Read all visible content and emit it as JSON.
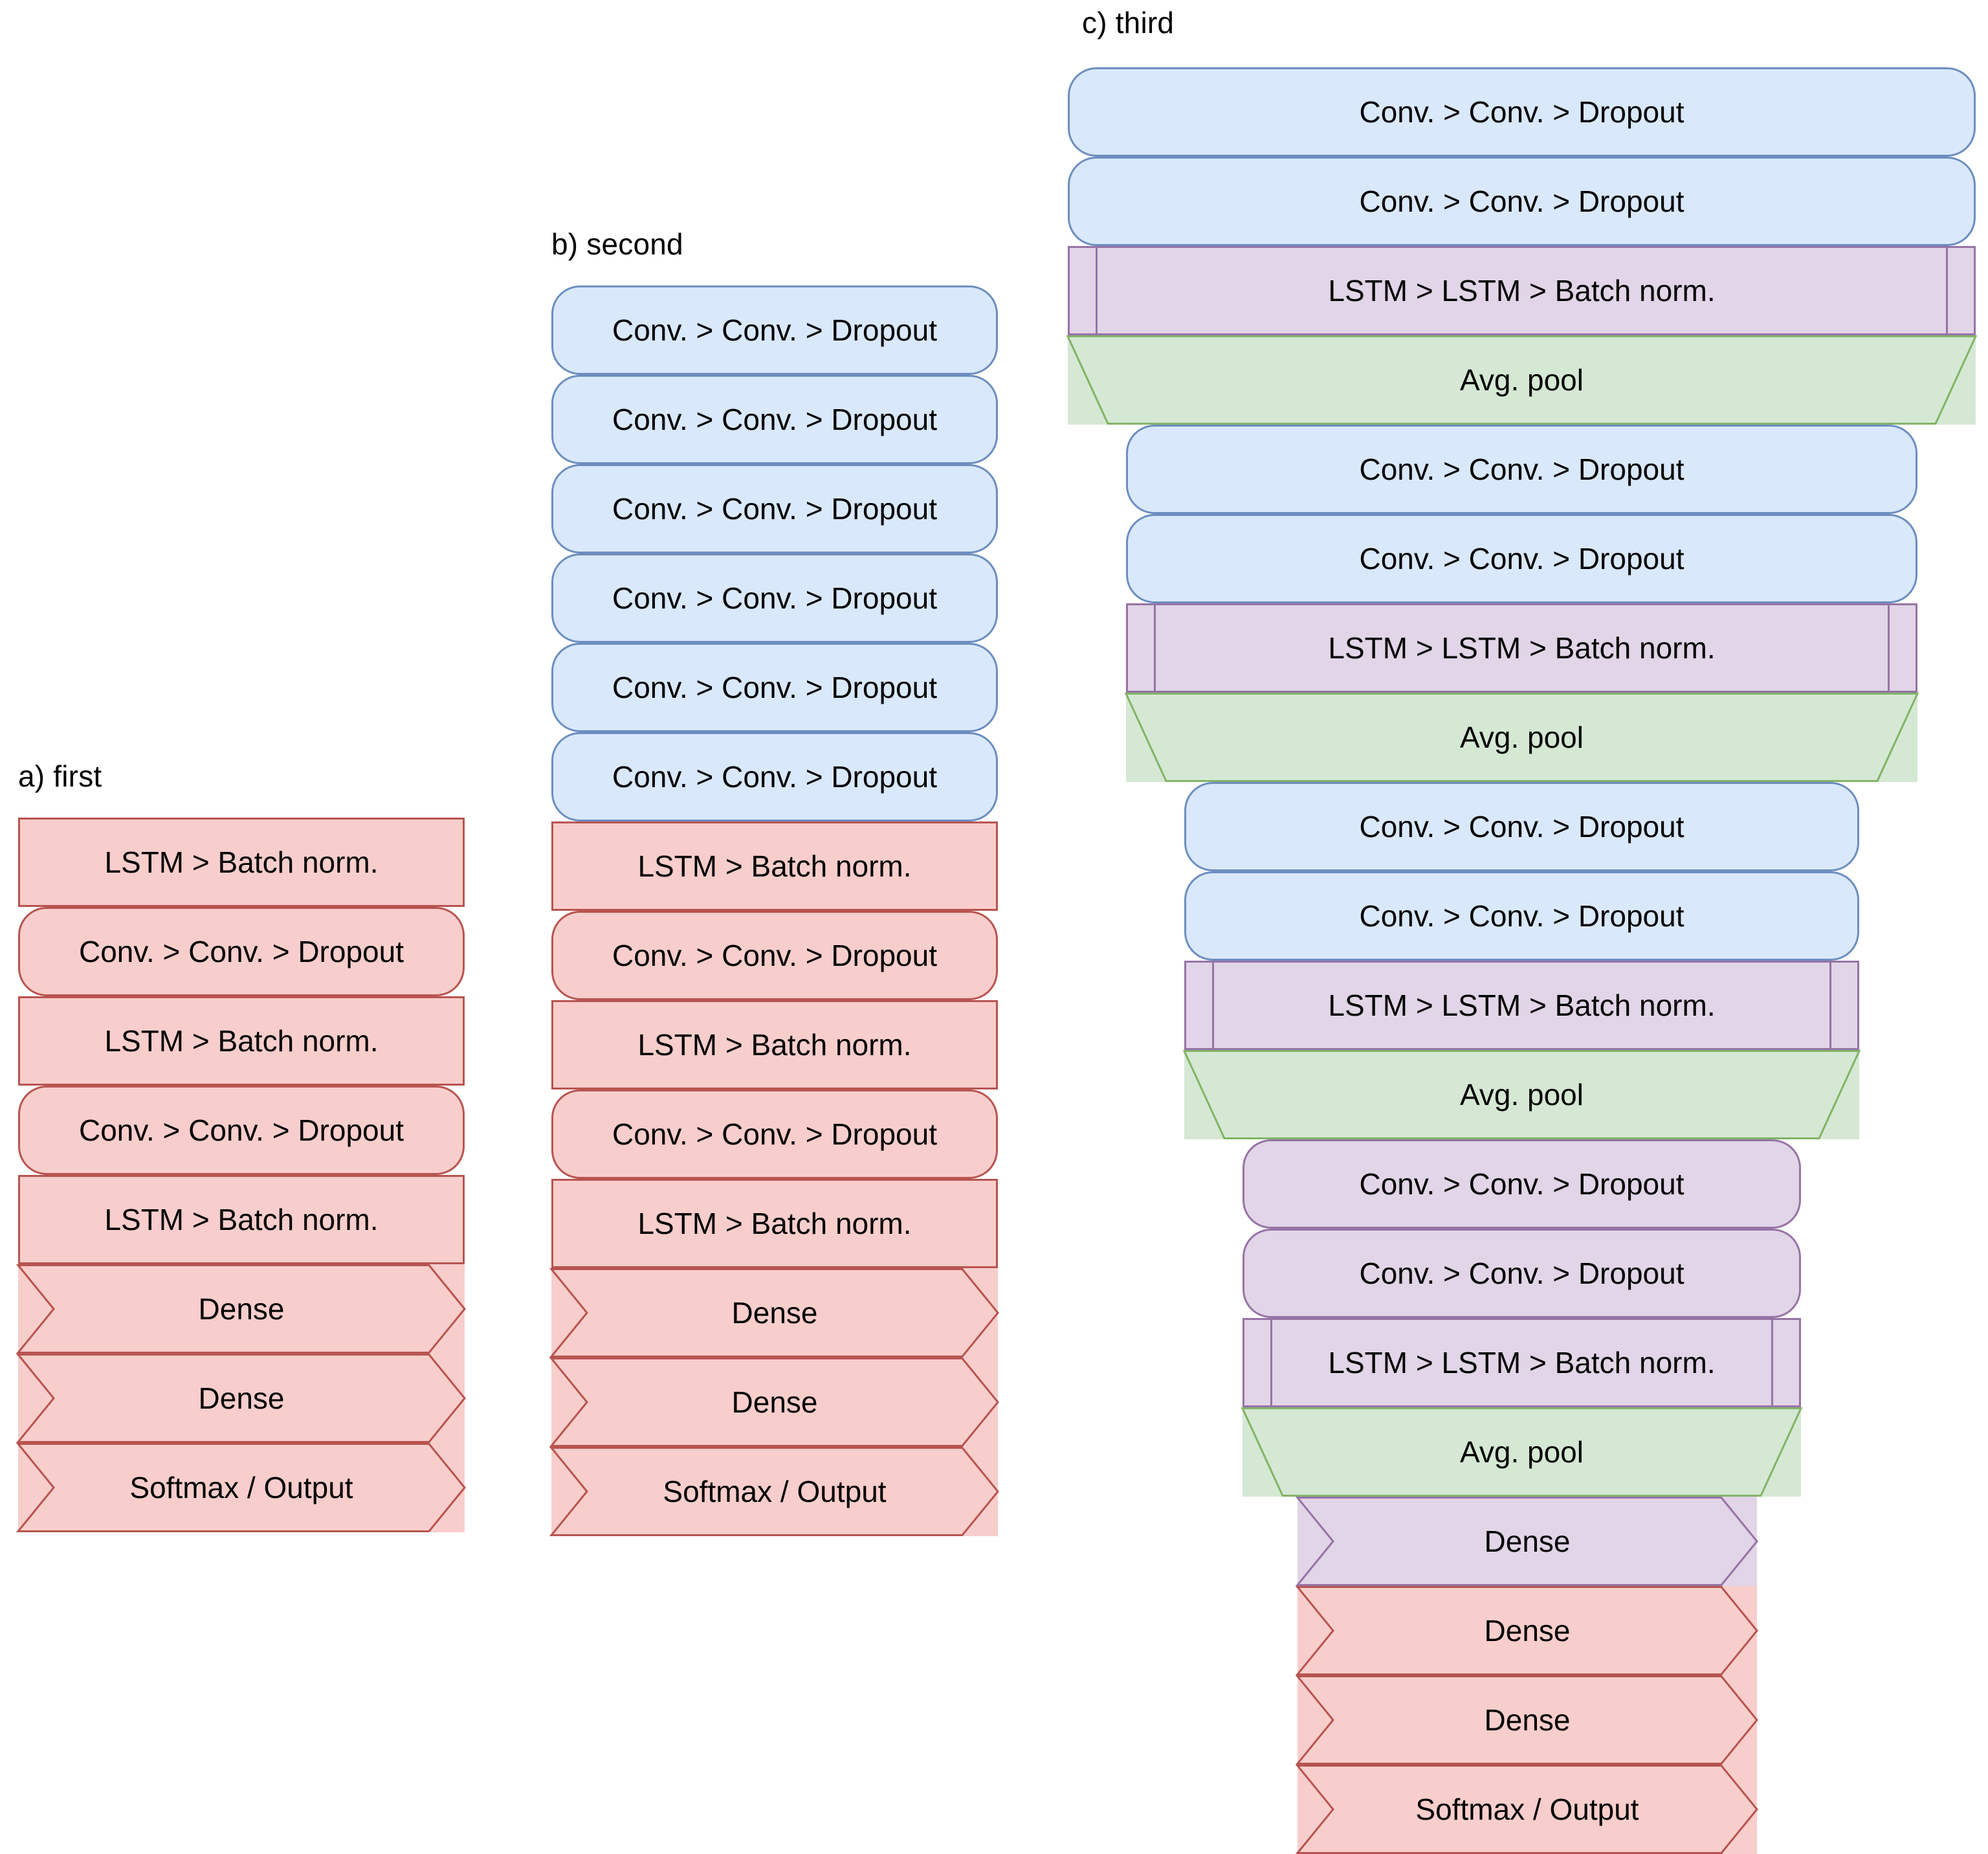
{
  "figure": {
    "type": "diagram",
    "subject": "Neural network architecture block diagrams",
    "background": "#ffffff"
  },
  "palette": {
    "blue_fill": "#dae8fc",
    "blue_stroke": "#6c8ebf",
    "purple_fill": "#e1d5e7",
    "purple_stroke": "#9673a6",
    "green_fill": "#d5e8d4",
    "green_stroke": "#82b366",
    "red_fill": "#f8cecc",
    "red_stroke": "#b85450",
    "text": "#000000"
  },
  "labels": {
    "conv": "Conv. > Conv. > Dropout",
    "lstm_bn": "LSTM > Batch norm.",
    "lstm2_bn": "LSTM > LSTM > Batch norm.",
    "avgpool": "Avg. pool",
    "dense": "Dense",
    "softmax": "Softmax / Output"
  },
  "panels": [
    {
      "id": "a",
      "title": "a) first",
      "blocks": [
        {
          "label": "LSTM > Batch norm.",
          "shape": "rect",
          "color": "red"
        },
        {
          "label": "Conv. > Conv. > Dropout",
          "shape": "pill",
          "color": "red"
        },
        {
          "label": "LSTM > Batch norm.",
          "shape": "rect",
          "color": "red"
        },
        {
          "label": "Conv. > Conv. > Dropout",
          "shape": "pill",
          "color": "red"
        },
        {
          "label": "LSTM > Batch norm.",
          "shape": "rect",
          "color": "red"
        },
        {
          "label": "Dense",
          "shape": "chevron",
          "color": "red"
        },
        {
          "label": "Dense",
          "shape": "chevron",
          "color": "red"
        },
        {
          "label": "Softmax / Output",
          "shape": "chevron",
          "color": "red"
        }
      ]
    },
    {
      "id": "b",
      "title": "b) second",
      "blocks": [
        {
          "label": "Conv. > Conv. > Dropout",
          "shape": "pill",
          "color": "blue"
        },
        {
          "label": "Conv. > Conv. > Dropout",
          "shape": "pill",
          "color": "blue"
        },
        {
          "label": "Conv. > Conv. > Dropout",
          "shape": "pill",
          "color": "blue"
        },
        {
          "label": "Conv. > Conv. > Dropout",
          "shape": "pill",
          "color": "blue"
        },
        {
          "label": "Conv. > Conv. > Dropout",
          "shape": "pill",
          "color": "blue"
        },
        {
          "label": "Conv. > Conv. > Dropout",
          "shape": "pill",
          "color": "blue"
        },
        {
          "label": "LSTM > Batch norm.",
          "shape": "rect",
          "color": "red"
        },
        {
          "label": "Conv. > Conv. > Dropout",
          "shape": "pill",
          "color": "red"
        },
        {
          "label": "LSTM > Batch norm.",
          "shape": "rect",
          "color": "red"
        },
        {
          "label": "Conv. > Conv. > Dropout",
          "shape": "pill",
          "color": "red"
        },
        {
          "label": "LSTM > Batch norm.",
          "shape": "rect",
          "color": "red"
        },
        {
          "label": "Dense",
          "shape": "chevron",
          "color": "red"
        },
        {
          "label": "Dense",
          "shape": "chevron",
          "color": "red"
        },
        {
          "label": "Softmax / Output",
          "shape": "chevron",
          "color": "red"
        }
      ]
    },
    {
      "id": "c",
      "title": "c) third",
      "blocks": [
        {
          "label": "Conv. > Conv. > Dropout",
          "shape": "pill",
          "color": "blue",
          "stage": 0
        },
        {
          "label": "Conv. > Conv. > Dropout",
          "shape": "pill",
          "color": "blue",
          "stage": 0
        },
        {
          "label": "LSTM > LSTM > Batch norm.",
          "shape": "process",
          "color": "purple",
          "stage": 0
        },
        {
          "label": "Avg. pool",
          "shape": "trapezoid",
          "color": "green",
          "stage": 0
        },
        {
          "label": "Conv. > Conv. > Dropout",
          "shape": "pill",
          "color": "blue",
          "stage": 1
        },
        {
          "label": "Conv. > Conv. > Dropout",
          "shape": "pill",
          "color": "blue",
          "stage": 1
        },
        {
          "label": "LSTM > LSTM > Batch norm.",
          "shape": "process",
          "color": "purple",
          "stage": 1
        },
        {
          "label": "Avg. pool",
          "shape": "trapezoid",
          "color": "green",
          "stage": 1
        },
        {
          "label": "Conv. > Conv. > Dropout",
          "shape": "pill",
          "color": "blue",
          "stage": 2
        },
        {
          "label": "Conv. > Conv. > Dropout",
          "shape": "pill",
          "color": "blue",
          "stage": 2
        },
        {
          "label": "LSTM > LSTM > Batch norm.",
          "shape": "process",
          "color": "purple",
          "stage": 2
        },
        {
          "label": "Avg. pool",
          "shape": "trapezoid",
          "color": "green",
          "stage": 2
        },
        {
          "label": "Conv. > Conv. > Dropout",
          "shape": "pill",
          "color": "purple",
          "stage": 3
        },
        {
          "label": "Conv. > Conv. > Dropout",
          "shape": "pill",
          "color": "purple",
          "stage": 3
        },
        {
          "label": "LSTM > LSTM > Batch norm.",
          "shape": "process",
          "color": "purple",
          "stage": 3
        },
        {
          "label": "Avg. pool",
          "shape": "trapezoid",
          "color": "green",
          "stage": 3
        },
        {
          "label": "Dense",
          "shape": "chevron",
          "color": "purple",
          "stage": 4
        },
        {
          "label": "Dense",
          "shape": "chevron",
          "color": "red",
          "stage": 4
        },
        {
          "label": "Dense",
          "shape": "chevron",
          "color": "red",
          "stage": 4
        },
        {
          "label": "Softmax / Output",
          "shape": "chevron",
          "color": "red",
          "stage": 4
        }
      ]
    }
  ]
}
